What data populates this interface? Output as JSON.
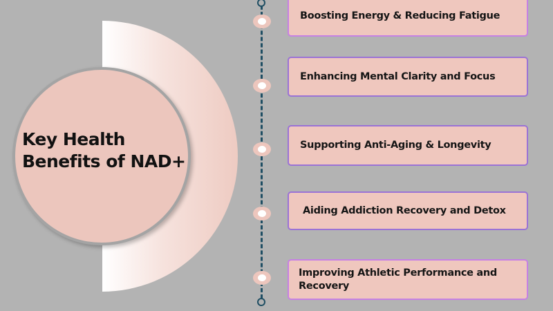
{
  "title": "Key Health Benefits of NAD+",
  "title_lines": [
    "Key Health",
    "Benefits of NAD+"
  ],
  "benefits": [
    {
      "label": "Boosting Energy & Reducing Fatigue"
    },
    {
      "label": "Enhancing Mental Clarity and Focus"
    },
    {
      "label": "Supporting Anti-Aging & Longevity"
    },
    {
      "label": "Aiding Addiction Recovery and Detox"
    },
    {
      "label": "Improving Athletic Performance and Recovery"
    }
  ],
  "colors": {
    "background": "#b3b3b3",
    "accent": "#ecc6bd",
    "timeline": "#1f4e63",
    "border": "#9a72d6"
  }
}
